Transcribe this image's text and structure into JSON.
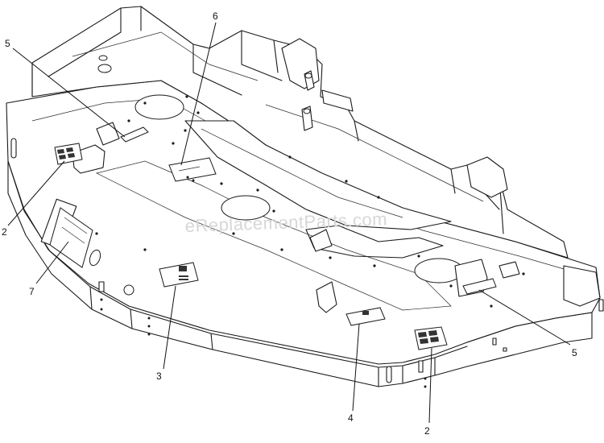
{
  "watermark": "eReplacementParts.com",
  "callouts": [
    {
      "id": "c5a",
      "label": "5"
    },
    {
      "id": "c6",
      "label": "6"
    },
    {
      "id": "c2a",
      "label": "2"
    },
    {
      "id": "c7",
      "label": "7"
    },
    {
      "id": "c3",
      "label": "3"
    },
    {
      "id": "c4",
      "label": "4"
    },
    {
      "id": "c2b",
      "label": "2"
    },
    {
      "id": "c5b",
      "label": "5"
    }
  ],
  "colors": {
    "line": "#1a1a1a",
    "watermark": "#d7d7d7",
    "background": "#ffffff"
  }
}
